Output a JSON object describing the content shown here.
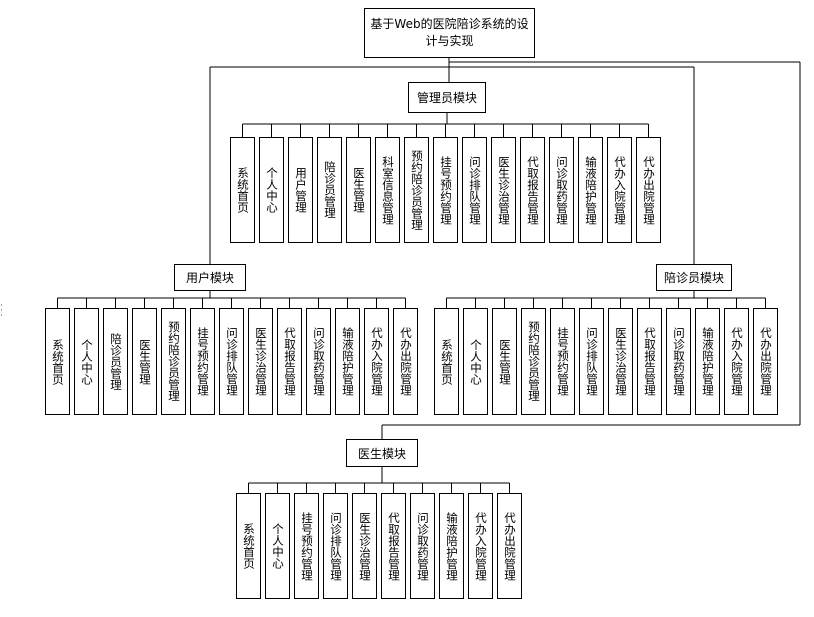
{
  "diagram": {
    "title": "基于Web的医院陪诊系统的设计与实现",
    "admin_module": {
      "label": "管理员模块",
      "children": [
        "系统首页",
        "个人中心",
        "用户管理",
        "陪诊员管理",
        "医生管理",
        "科室信息管理",
        "预约陪诊员管理",
        "挂号预约管理",
        "问诊排队管理",
        "医生诊治管理",
        "代取报告管理",
        "问诊取药管理",
        "输液陪护管理",
        "代办入院管理",
        "代办出院管理"
      ]
    },
    "user_module": {
      "label": "用户模块",
      "children": [
        "系统首页",
        "个人中心",
        "陪诊员管理",
        "医生管理",
        "预约陪诊员管理",
        "挂号预约管理",
        "问诊排队管理",
        "医生诊治管理",
        "代取报告管理",
        "问诊取药管理",
        "输液陪护管理",
        "代办入院管理",
        "代办出院管理"
      ]
    },
    "escort_module": {
      "label": "陪诊员模块",
      "children": [
        "系统首页",
        "个人中心",
        "医生管理",
        "预约陪诊员管理",
        "挂号预约管理",
        "问诊排队管理",
        "医生诊治管理",
        "代取报告管理",
        "问诊取药管理",
        "输液陪护管理",
        "代办入院管理",
        "代办出院管理"
      ]
    },
    "doctor_module": {
      "label": "医生模块",
      "children": [
        "系统首页",
        "个人中心",
        "挂号预约管理",
        "问诊排队管理",
        "医生诊治管理",
        "代取报告管理",
        "问诊取药管理",
        "输液陪护管理",
        "代办入院管理",
        "代办出院管理"
      ]
    }
  }
}
